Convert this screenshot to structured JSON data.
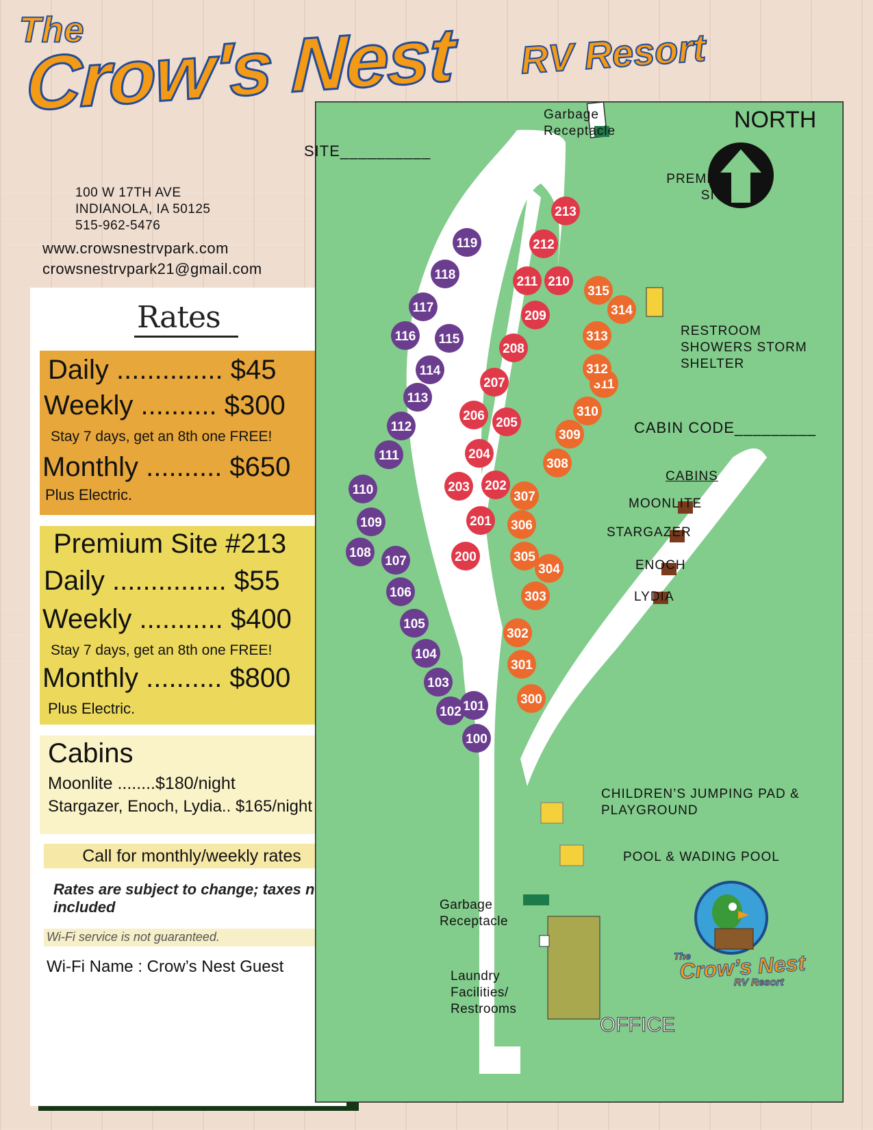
{
  "header": {
    "title_the": "The",
    "title_main": "Crow's Nest",
    "title_rv": "RV Resort",
    "address_line1": "100 W 17TH AVE",
    "address_line2": "INDIANOLA, IA 50125",
    "phone": "515-962-5476",
    "website": "www.crowsnestrvpark.com",
    "email": "crowsnestrvpark21@gmail.com"
  },
  "rates": {
    "heading": "Rates",
    "standard": {
      "daily": "Daily .............. $45",
      "weekly": "Weekly .......... $300",
      "weekly_note": "Stay 7 days, get an 8th one FREE!",
      "monthly": "Monthly .......... $650",
      "monthly_note": "Plus Electric."
    },
    "premium": {
      "title": "Premium Site #213",
      "daily": "Daily ............... $55",
      "weekly": "Weekly ........... $400",
      "weekly_note": "Stay 7 days, get an 8th one FREE!",
      "monthly": "Monthly .......... $800",
      "monthly_note": "Plus Electric."
    },
    "cabins": {
      "title": "Cabins",
      "line1": "Moonlite ........$180/night",
      "line2": "Stargazer, Enoch, Lydia.. $165/night"
    },
    "call_note": "Call for monthly/weekly rates",
    "disclaimer": "Rates are subject to change; taxes not included",
    "wifi_note": "Wi-Fi service is not guaranteed.",
    "wifi_name": "Wi-Fi Name : Crow’s Nest Guest"
  },
  "map": {
    "north_label": "NORTH",
    "site_field": "SITE__________",
    "cabin_code_field": "CABIN CODE_________",
    "garbage_top": "Garbage Receptacle",
    "premium_site": "PREMIUM SITE",
    "restroom": "RESTROOM SHOWERS STORM SHELTER",
    "cabins_heading": "CABINS",
    "cabin_names": [
      "MOONLITE",
      "STARGAZER",
      "ENOCH",
      "LYDIA"
    ],
    "playground": "CHILDREN’S JUMPING PAD & PLAYGROUND",
    "pool": "POOL & WADING POOL",
    "garbage_bottom": "Garbage Receptacle",
    "laundry": "Laundry Facilities/ Restrooms",
    "office": "OFFICE",
    "colors": {
      "grass": "#82cc8c",
      "road": "#ffffff",
      "site_100": "#6a3d8f",
      "site_200": "#e0394a",
      "site_300": "#ec6a2c",
      "cabin": "#7a3b1c",
      "amenity": "#f4d13a",
      "office": "#a9a84f"
    },
    "sites_100": [
      "100",
      "101",
      "102",
      "103",
      "104",
      "105",
      "106",
      "107",
      "108",
      "109",
      "110",
      "111",
      "112",
      "113",
      "114",
      "115",
      "116",
      "117",
      "118",
      "119"
    ],
    "sites_200": [
      "200",
      "201",
      "202",
      "203",
      "204",
      "205",
      "206",
      "207",
      "208",
      "209",
      "210",
      "211",
      "212",
      "213"
    ],
    "sites_300": [
      "300",
      "301",
      "302",
      "303",
      "304",
      "305",
      "306",
      "307",
      "308",
      "309",
      "310",
      "311",
      "312",
      "313",
      "314",
      "315"
    ]
  },
  "logo": {
    "the": "The",
    "name": "Crow’s Nest",
    "sub": "RV Resort"
  }
}
